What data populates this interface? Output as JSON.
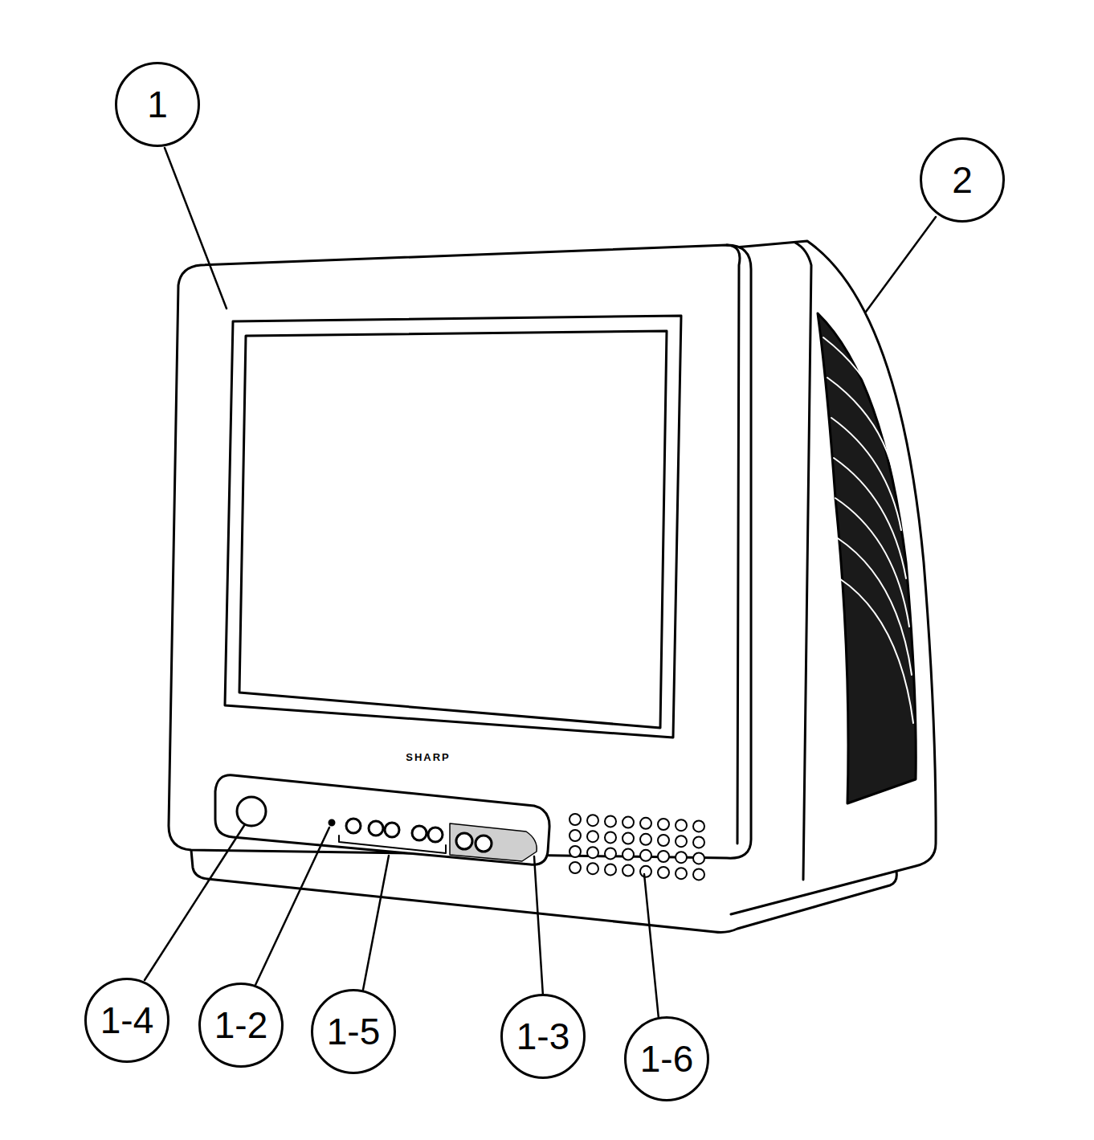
{
  "diagram": {
    "nodes": [
      {
        "text": [
          "1"
        ]
      },
      {
        "text": [
          "2"
        ]
      },
      {
        "text": [
          "1-4"
        ]
      },
      {
        "text": [
          "1-2"
        ]
      },
      {
        "text": [
          "1-5"
        ]
      },
      {
        "text": [
          "1-3"
        ]
      },
      {
        "text": [
          "1-6"
        ]
      }
    ],
    "labels": [
      "SHARP"
    ]
  }
}
